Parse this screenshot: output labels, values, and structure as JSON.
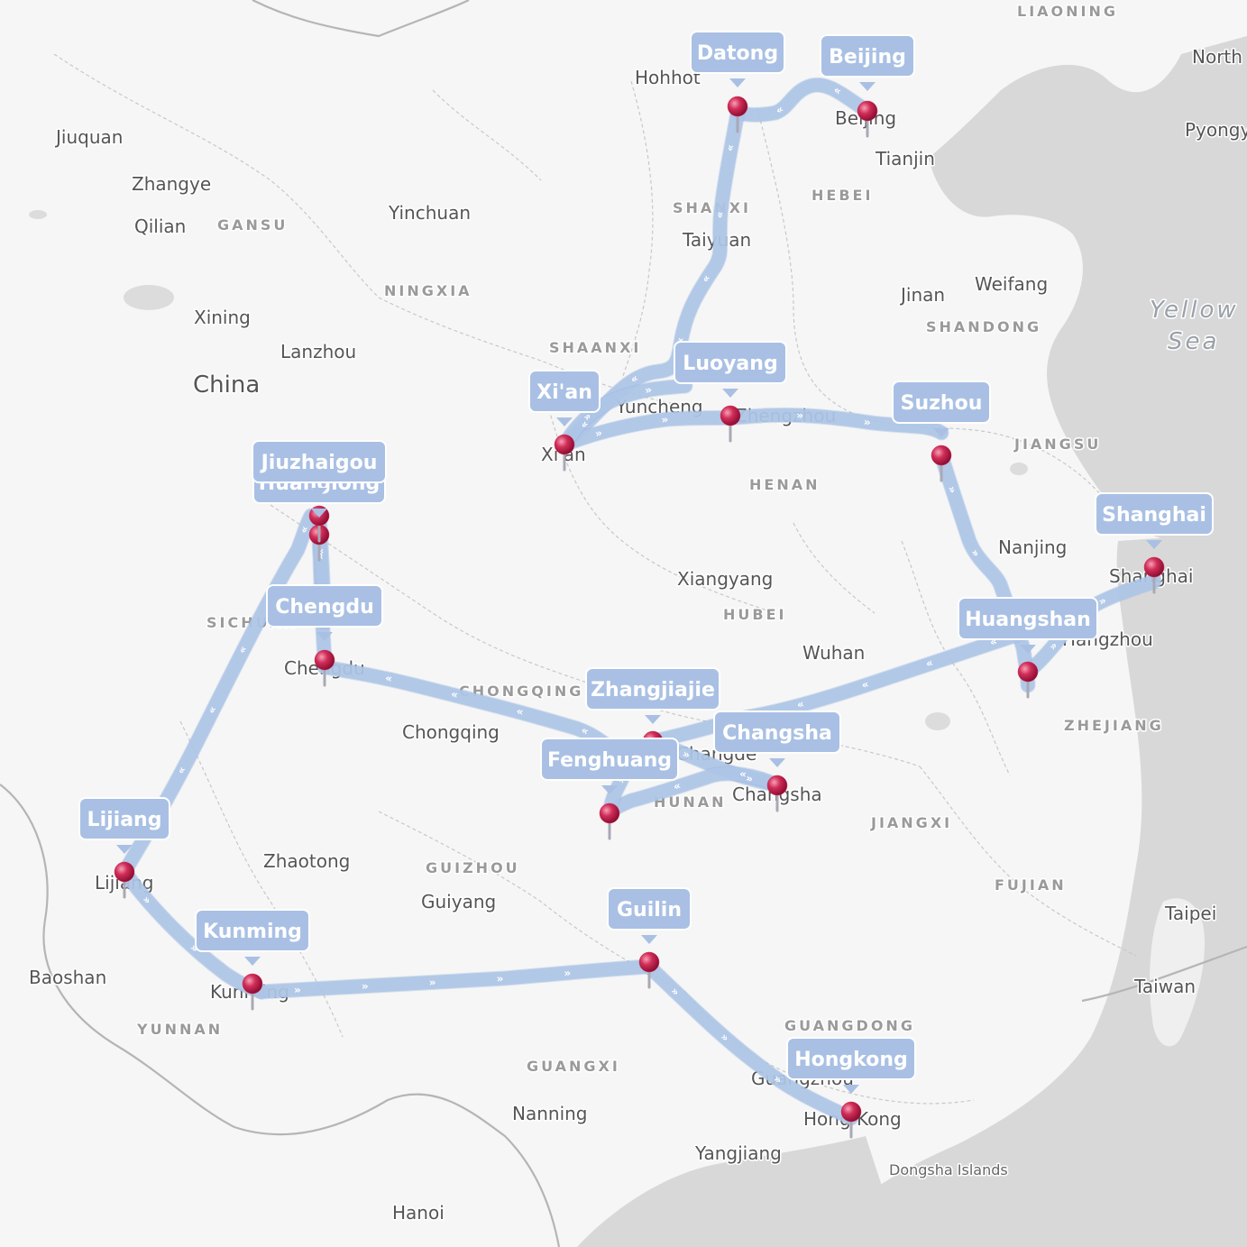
{
  "base_labels": {
    "countries": [
      {
        "name": "China"
      }
    ],
    "seas": [
      {
        "name": "Yellow"
      },
      {
        "name": "Sea"
      }
    ],
    "provinces": [
      {
        "name": "LIAONING"
      },
      {
        "name": "HEBEI"
      },
      {
        "name": "SHANXI"
      },
      {
        "name": "GANSU"
      },
      {
        "name": "NINGXIA"
      },
      {
        "name": "SHAANXI"
      },
      {
        "name": "SHANDONG"
      },
      {
        "name": "JIANGSU"
      },
      {
        "name": "HENAN"
      },
      {
        "name": "SICHUAN"
      },
      {
        "name": "HUBEI"
      },
      {
        "name": "CHONGQING"
      },
      {
        "name": "HUNAN"
      },
      {
        "name": "ZHEJIANG"
      },
      {
        "name": "JIANGXI"
      },
      {
        "name": "GUIZHOU"
      },
      {
        "name": "FUJIAN"
      },
      {
        "name": "YUNNAN"
      },
      {
        "name": "GUANGXI"
      },
      {
        "name": "GUANGDONG"
      }
    ],
    "cities": [
      {
        "name": "Hohhot"
      },
      {
        "name": "Beijing"
      },
      {
        "name": "Tianjin"
      },
      {
        "name": "North"
      },
      {
        "name": "Pyongy"
      },
      {
        "name": "Jiuquan"
      },
      {
        "name": "Zhangye"
      },
      {
        "name": "Qilian"
      },
      {
        "name": "Yinchuan"
      },
      {
        "name": "Taiyuan"
      },
      {
        "name": "Jinan"
      },
      {
        "name": "Weifang"
      },
      {
        "name": "Xining"
      },
      {
        "name": "Lanzhou"
      },
      {
        "name": "Yuncheng"
      },
      {
        "name": "Zhengzhou"
      },
      {
        "name": "Xi'an"
      },
      {
        "name": "Nanjing"
      },
      {
        "name": "Shanghai"
      },
      {
        "name": "Xiangyang"
      },
      {
        "name": "Wuhan"
      },
      {
        "name": "Hangzhou"
      },
      {
        "name": "Chengdu"
      },
      {
        "name": "Chongqing"
      },
      {
        "name": "Changde"
      },
      {
        "name": "Changsha"
      },
      {
        "name": "Zhaotong"
      },
      {
        "name": "Guiyang"
      },
      {
        "name": "Lijiang"
      },
      {
        "name": "Taipei"
      },
      {
        "name": "Taiwan"
      },
      {
        "name": "Baoshan"
      },
      {
        "name": "Kunming"
      },
      {
        "name": "Guangzhou"
      },
      {
        "name": "Hong Kong"
      },
      {
        "name": "Nanning"
      },
      {
        "name": "Yangjiang"
      },
      {
        "name": "Dongsha Islands"
      },
      {
        "name": "Hanoi"
      }
    ]
  },
  "route": {
    "color": "#aec5e6",
    "stops": [
      {
        "name": "Beijing"
      },
      {
        "name": "Datong"
      },
      {
        "name": "Luoyang"
      },
      {
        "name": "Xi'an"
      },
      {
        "name": "Suzhou"
      },
      {
        "name": "Huangshan"
      },
      {
        "name": "Shanghai"
      },
      {
        "name": "Zhangjiajie"
      },
      {
        "name": "Changsha"
      },
      {
        "name": "Fenghuang"
      },
      {
        "name": "Chengdu"
      },
      {
        "name": "Huanglong"
      },
      {
        "name": "Jiuzhaigou"
      },
      {
        "name": "Lijiang"
      },
      {
        "name": "Kunming"
      },
      {
        "name": "Guilin"
      },
      {
        "name": "Hongkong"
      }
    ]
  },
  "marker_color": "#d12d58"
}
